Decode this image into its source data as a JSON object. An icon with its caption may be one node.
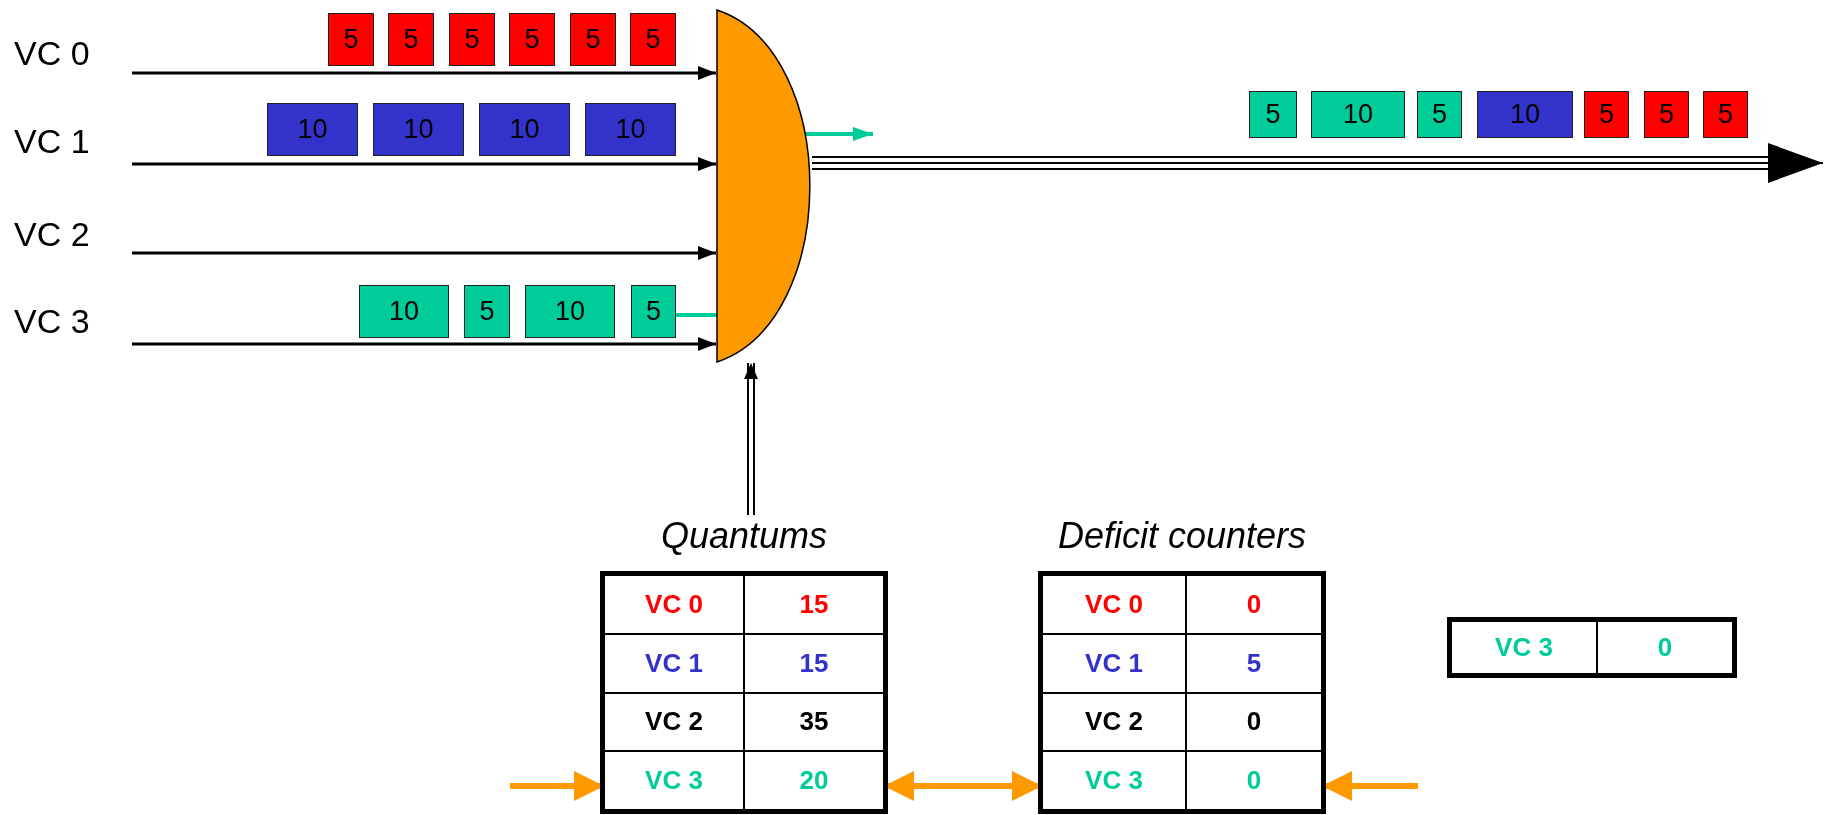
{
  "diagram": {
    "nodes": [
      {
        "text": [],
        "shape": "semicircle"
      },
      {
        "text": [
          "5"
        ]
      },
      {
        "text": [
          "5"
        ]
      },
      {
        "text": [
          "5"
        ]
      },
      {
        "text": [
          "5"
        ]
      },
      {
        "text": [
          "5"
        ]
      },
      {
        "text": [
          "5"
        ]
      },
      {
        "text": [
          "10"
        ]
      },
      {
        "text": [
          "10"
        ]
      },
      {
        "text": [
          "10"
        ]
      },
      {
        "text": [
          "10"
        ]
      },
      {
        "text": [
          "10"
        ]
      },
      {
        "text": [
          "5"
        ]
      },
      {
        "text": [
          "10"
        ]
      },
      {
        "text": [
          "5"
        ]
      },
      {
        "text": [
          "5"
        ]
      },
      {
        "text": [
          "10"
        ]
      },
      {
        "text": [
          "5"
        ]
      },
      {
        "text": [
          "10"
        ]
      },
      {
        "text": [
          "5"
        ]
      },
      {
        "text": [
          "5"
        ]
      },
      {
        "text": [
          "5"
        ]
      },
      {
        "text": [
          "Quantums"
        ]
      },
      {
        "text": [
          "VC 0"
        ],
        "in": 22
      },
      {
        "text": [
          "15"
        ],
        "in": 22
      },
      {
        "text": [
          "VC 1"
        ],
        "in": 22
      },
      {
        "text": [
          "15"
        ],
        "in": 22
      },
      {
        "text": [
          "VC 2"
        ],
        "in": 22
      },
      {
        "text": [
          "35"
        ],
        "in": 22
      },
      {
        "text": [
          "VC 3"
        ],
        "in": 22
      },
      {
        "text": [
          "20"
        ],
        "in": 22
      },
      {
        "text": [
          "Deficit counters"
        ]
      },
      {
        "text": [
          "VC 0"
        ],
        "in": 31
      },
      {
        "text": [
          "0"
        ],
        "in": 31
      },
      {
        "text": [
          "VC 1"
        ],
        "in": 31
      },
      {
        "text": [
          "5"
        ],
        "in": 31
      },
      {
        "text": [
          "VC 2"
        ],
        "in": 31
      },
      {
        "text": [
          "0"
        ],
        "in": 31
      },
      {
        "text": [
          "VC 3"
        ],
        "in": 31
      },
      {
        "text": [
          "0"
        ],
        "in": 31
      },
      {
        "text": [],
        "shape": "box"
      },
      {
        "text": [
          "VC 3"
        ],
        "in": 40
      },
      {
        "text": [
          "0"
        ],
        "in": 40
      }
    ],
    "edges": [
      {
        "from": null,
        "to": 0,
        "arrow": "to"
      },
      {
        "from": null,
        "to": 0,
        "arrow": "to"
      },
      {
        "from": null,
        "to": 0,
        "arrow": "to"
      },
      {
        "from": null,
        "to": 0,
        "arrow": "to"
      },
      {
        "from": 14,
        "to": null,
        "arrow": "to",
        "color": "#00cc99"
      },
      {
        "from": 0,
        "to": null,
        "arrow": "to"
      },
      {
        "from": 22,
        "to": 0,
        "arrow": "to"
      },
      {
        "from": null,
        "to": 29,
        "arrow": "to",
        "style": "thick",
        "color": "#ff9900"
      },
      {
        "from": 30,
        "to": 38,
        "arrow": "both",
        "style": "thick",
        "color": "#ff9900"
      },
      {
        "from": null,
        "to": 39,
        "arrow": "to",
        "style": "thick",
        "color": "#ff9900"
      }
    ],
    "labels": [
      "VC 0",
      "VC 1",
      "VC 2",
      "VC 3"
    ]
  }
}
